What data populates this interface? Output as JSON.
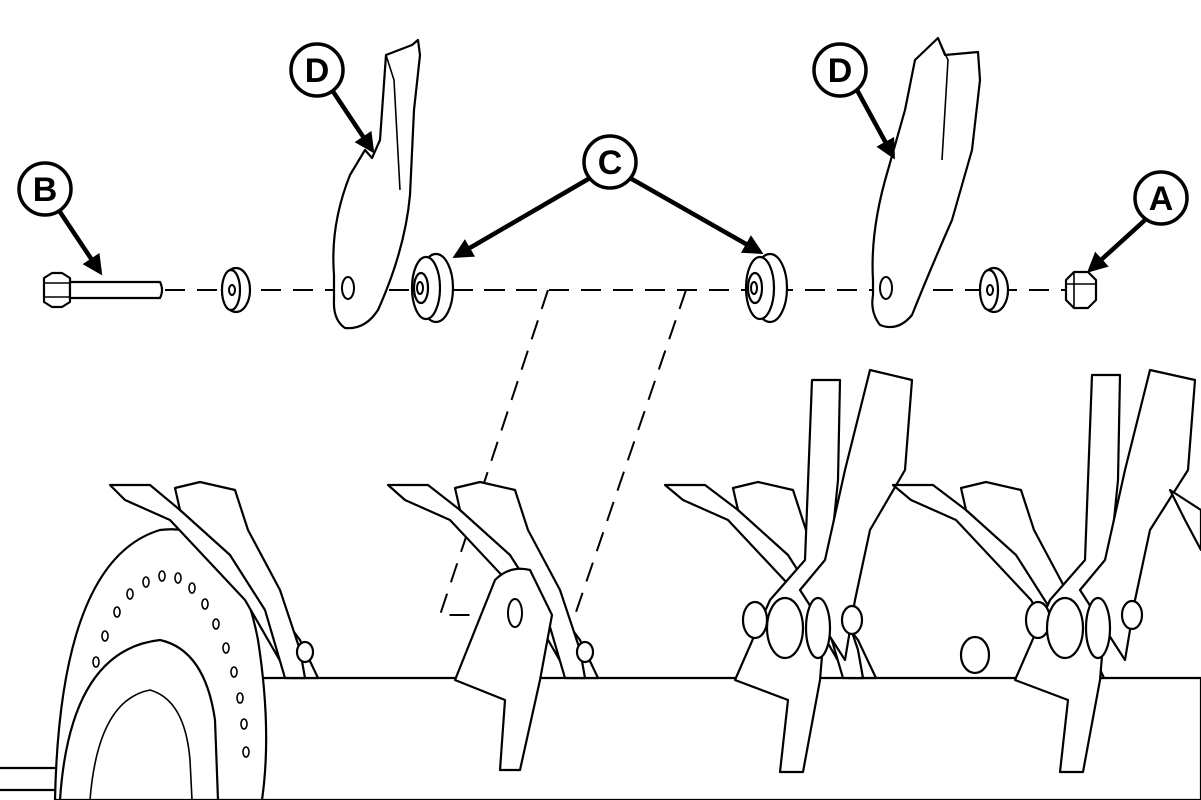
{
  "callouts": {
    "A": "A",
    "B": "B",
    "C": "C",
    "D_left": "D",
    "D_right": "D"
  }
}
